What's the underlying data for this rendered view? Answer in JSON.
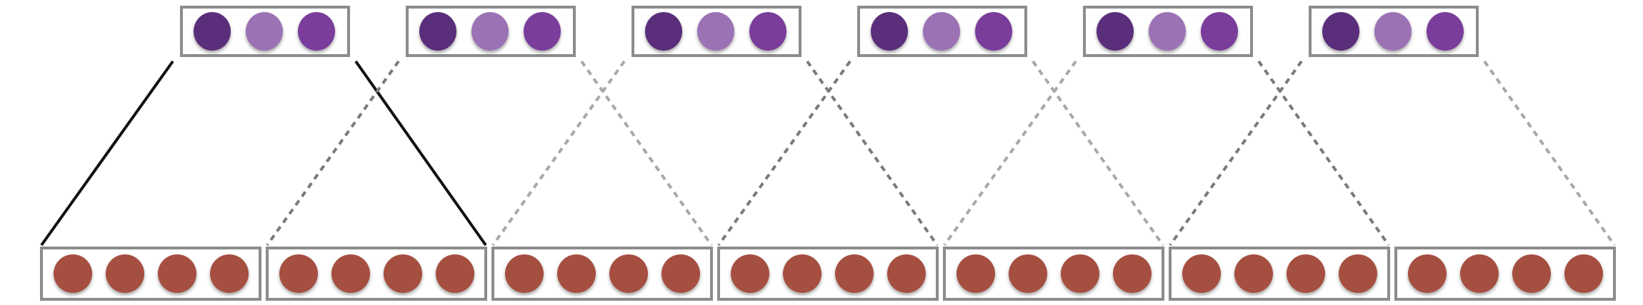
{
  "diagram": {
    "output_layer": {
      "box_count": 6,
      "units_per_box": 3,
      "unit_colors": [
        "#5a2d7a",
        "#9b72b4",
        "#7a3d9b"
      ]
    },
    "input_layer": {
      "box_count": 7,
      "units_per_box": 4,
      "unit_color": "#a5503f"
    },
    "box_border_color": "#8c8c8c",
    "highlighted_connection_color": "#111111",
    "connection_styles": [
      "solid",
      "dashed-dark",
      "dashed-light"
    ],
    "dashed_colors": [
      "#7a7a7a",
      "#a8a8a8"
    ]
  }
}
